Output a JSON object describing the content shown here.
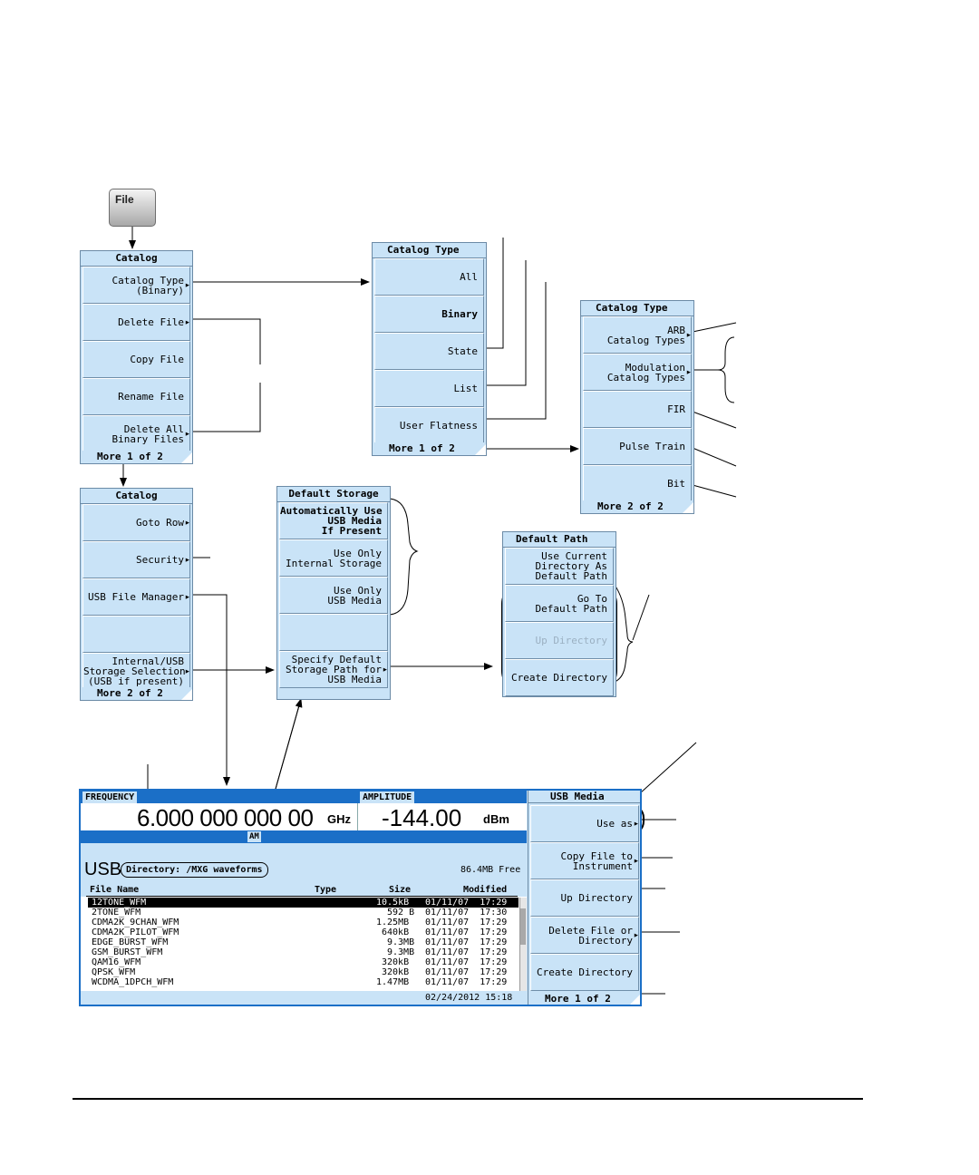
{
  "file_button": {
    "label": "File"
  },
  "catalog_menu_1": {
    "title": "Catalog",
    "keys": [
      {
        "label": "Catalog Type\n(Binary)",
        "arrow": true
      },
      {
        "label": "Delete File",
        "arrow": true
      },
      {
        "label": "Copy File",
        "arrow": false
      },
      {
        "label": "Rename File",
        "arrow": false
      },
      {
        "label": "Delete All\nBinary Files",
        "arrow": true
      }
    ],
    "more": "More 1 of 2"
  },
  "catalog_menu_2": {
    "title": "Catalog",
    "keys": [
      {
        "label": "Goto Row",
        "arrow": true
      },
      {
        "label": "Security",
        "arrow": true
      },
      {
        "label": "USB File Manager",
        "arrow": true
      },
      {
        "label": "",
        "arrow": false
      },
      {
        "label": "Internal/USB\nStorage Selection\n(USB if present)",
        "arrow": true
      }
    ],
    "more": "More 2 of 2"
  },
  "catalog_type_menu_1": {
    "title": "Catalog Type",
    "keys": [
      {
        "label": "All",
        "bold": false
      },
      {
        "label": "Binary",
        "bold": true
      },
      {
        "label": "State",
        "bold": false
      },
      {
        "label": "List",
        "bold": false
      },
      {
        "label": "User Flatness",
        "bold": false
      }
    ],
    "more": "More 1 of 2"
  },
  "catalog_type_menu_2": {
    "title": "Catalog Type",
    "keys": [
      {
        "label": "ARB\nCatalog Types",
        "arrow": true
      },
      {
        "label": "Modulation\nCatalog Types",
        "arrow": true
      },
      {
        "label": "FIR",
        "arrow": false
      },
      {
        "label": "Pulse Train",
        "arrow": false
      },
      {
        "label": "Bit",
        "arrow": false
      }
    ],
    "more": "More 2 of 2"
  },
  "default_storage_menu": {
    "title": "Default Storage",
    "keys": [
      {
        "label": "Automatically Use\nUSB Media\nIf Present",
        "bold": true,
        "arrow": false
      },
      {
        "label": "Use Only\nInternal Storage",
        "bold": false,
        "arrow": false
      },
      {
        "label": "Use Only\nUSB Media",
        "bold": false,
        "arrow": false
      },
      {
        "label": "",
        "bold": false,
        "arrow": false
      },
      {
        "label": "Specify Default\nStorage Path for\nUSB Media",
        "bold": false,
        "arrow": true
      }
    ]
  },
  "default_path_menu": {
    "title": "Default Path",
    "keys": [
      {
        "label": "Use Current\nDirectory As\nDefault Path",
        "dim": false
      },
      {
        "label": "Go To\nDefault Path",
        "dim": false
      },
      {
        "label": "Up Directory",
        "dim": true
      },
      {
        "label": "Create Directory",
        "dim": false
      }
    ]
  },
  "screen": {
    "frequency_label": "FREQUENCY",
    "frequency_value": "6.000 000 000 00",
    "frequency_unit": "GHz",
    "amplitude_label": "AMPLITUDE",
    "amplitude_value": "-144.00",
    "amplitude_unit": "dBm",
    "status_tag": "AM",
    "media_label": "USB",
    "directory": "Directory: /MXG waveforms",
    "free_space": "86.4MB Free",
    "columns": {
      "name": "File Name",
      "type": "Type",
      "size": "Size",
      "modified": "Modified"
    },
    "files": [
      {
        "name": "12TONE_WFM",
        "size": "10.5kB",
        "modified": "01/11/07  17:29",
        "selected": true
      },
      {
        "name": "2TONE_WFM",
        "size": "592 B",
        "modified": "01/11/07  17:30",
        "selected": false
      },
      {
        "name": "CDMA2K_9CHAN_WFM",
        "size": "1.25MB",
        "modified": "01/11/07  17:29",
        "selected": false
      },
      {
        "name": "CDMA2K_PILOT_WFM",
        "size": "640kB",
        "modified": "01/11/07  17:29",
        "selected": false
      },
      {
        "name": "EDGE_BURST_WFM",
        "size": "9.3MB",
        "modified": "01/11/07  17:29",
        "selected": false
      },
      {
        "name": "GSM_BURST_WFM",
        "size": "9.3MB",
        "modified": "01/11/07  17:29",
        "selected": false
      },
      {
        "name": "QAM16_WFM",
        "size": "320kB",
        "modified": "01/11/07  17:29",
        "selected": false
      },
      {
        "name": "QPSK_WFM",
        "size": "320kB",
        "modified": "01/11/07  17:29",
        "selected": false
      },
      {
        "name": "WCDMA_1DPCH_WFM",
        "size": "1.47MB",
        "modified": "01/11/07  17:29",
        "selected": false
      }
    ],
    "timestamp": "02/24/2012  15:18",
    "usb_menu": {
      "title": "USB Media",
      "keys": [
        {
          "label": "Use as",
          "arrow": true
        },
        {
          "label": "Copy File to\nInstrument",
          "arrow": true
        },
        {
          "label": "Up Directory",
          "arrow": false
        },
        {
          "label": "Delete File or\nDirectory",
          "arrow": true
        },
        {
          "label": "Create Directory",
          "arrow": false
        }
      ],
      "more": "More 1 of 2"
    }
  }
}
